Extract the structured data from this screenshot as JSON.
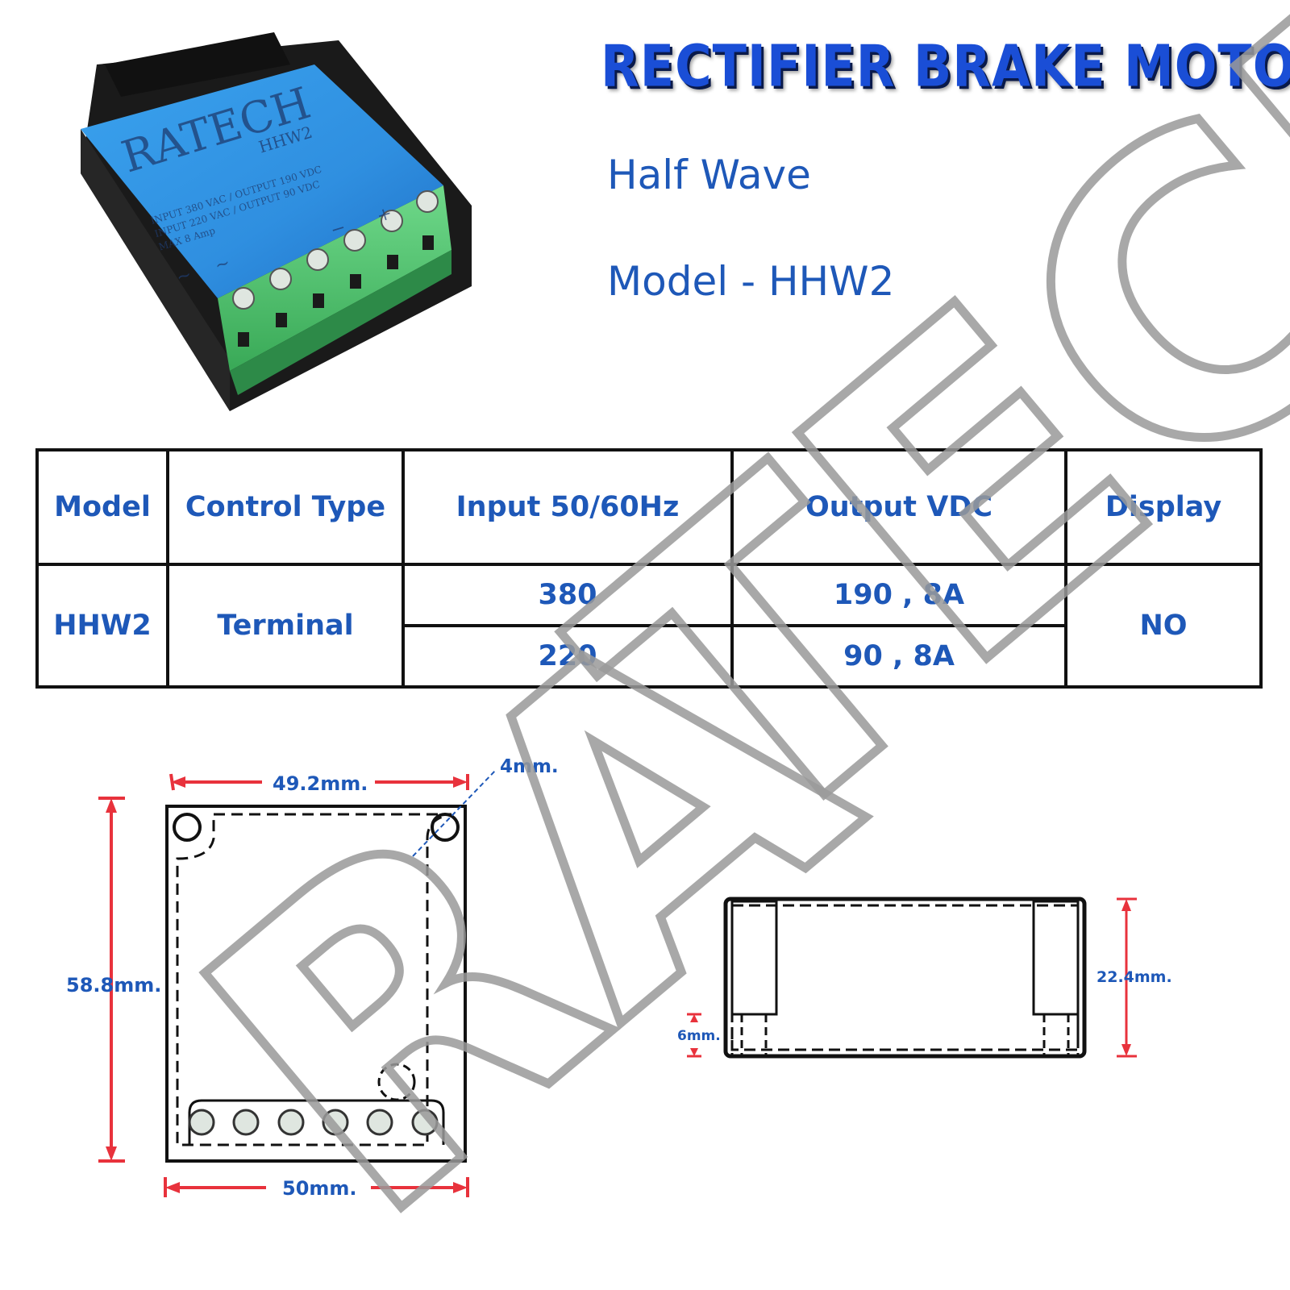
{
  "header": {
    "title": "RECTIFIER BRAKE MOTOR",
    "subtitle_1": "Half Wave",
    "subtitle_2": "Model - HHW2"
  },
  "product": {
    "brand": "RATECH",
    "model": "HHW2",
    "spec_line_1": "INPUT 380 VAC / OUTPUT 190 VDC",
    "spec_line_2": "INPUT 220 VAC / OUTPUT 90 VDC",
    "spec_line_3": "MAX 8 Amp",
    "terminal_marks": [
      "~",
      "~",
      "−",
      "+"
    ]
  },
  "spec_table": {
    "headers": [
      "Model",
      "Control Type",
      "Input 50/60Hz",
      "Output VDC",
      "Display"
    ],
    "model": "HHW2",
    "control_type": "Terminal",
    "inputs": [
      "380",
      "220"
    ],
    "outputs": [
      "190 , 8A",
      "90 , 8A"
    ],
    "display": "NO"
  },
  "dimensions": {
    "top_width": "49.2mm.",
    "hole": "4mm.",
    "height": "58.8mm.",
    "bottom_width": "50mm.",
    "side_height": "22.4mm.",
    "side_base": "6mm."
  },
  "watermark": {
    "text_1": "RA",
    "text_2": "TECH"
  },
  "colors": {
    "title_blue": "#1a4ed6",
    "text_blue": "#1e58b8",
    "dimension_red": "#e8323c",
    "product_blue": "#2f8fe0",
    "terminal_green": "#4cc66a",
    "watermark_gray": "#9a9a9a"
  }
}
